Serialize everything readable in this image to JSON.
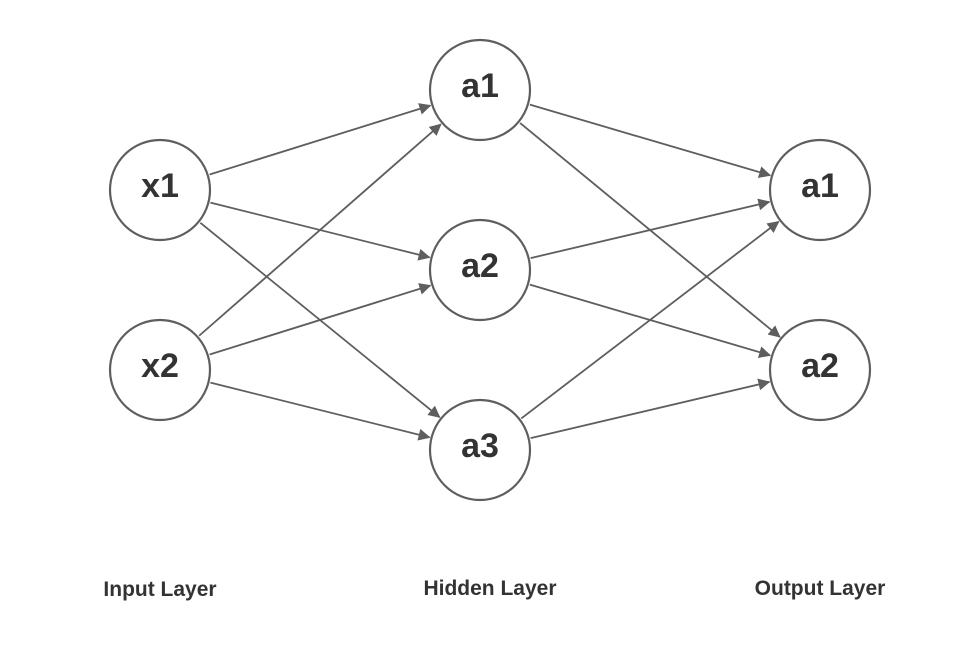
{
  "colors": {
    "stroke": "#5e5e5e",
    "text": "#333333",
    "background": "#ffffff"
  },
  "layers": [
    {
      "id": "input",
      "label": "Input Layer"
    },
    {
      "id": "hidden",
      "label": "Hidden Layer"
    },
    {
      "id": "output",
      "label": "Output Layer"
    }
  ],
  "nodes": [
    {
      "id": "in_x1",
      "layer": "input",
      "label": "x1"
    },
    {
      "id": "in_x2",
      "layer": "input",
      "label": "x2"
    },
    {
      "id": "hid_a1",
      "layer": "hidden",
      "label": "a1"
    },
    {
      "id": "hid_a2",
      "layer": "hidden",
      "label": "a2"
    },
    {
      "id": "hid_a3",
      "layer": "hidden",
      "label": "a3"
    },
    {
      "id": "out_a1",
      "layer": "output",
      "label": "a1"
    },
    {
      "id": "out_a2",
      "layer": "output",
      "label": "a2"
    }
  ],
  "edges": [
    [
      "in_x1",
      "hid_a1"
    ],
    [
      "in_x1",
      "hid_a2"
    ],
    [
      "in_x1",
      "hid_a3"
    ],
    [
      "in_x2",
      "hid_a1"
    ],
    [
      "in_x2",
      "hid_a2"
    ],
    [
      "in_x2",
      "hid_a3"
    ],
    [
      "hid_a1",
      "out_a1"
    ],
    [
      "hid_a1",
      "out_a2"
    ],
    [
      "hid_a2",
      "out_a1"
    ],
    [
      "hid_a2",
      "out_a2"
    ],
    [
      "hid_a3",
      "out_a1"
    ],
    [
      "hid_a3",
      "out_a2"
    ]
  ]
}
